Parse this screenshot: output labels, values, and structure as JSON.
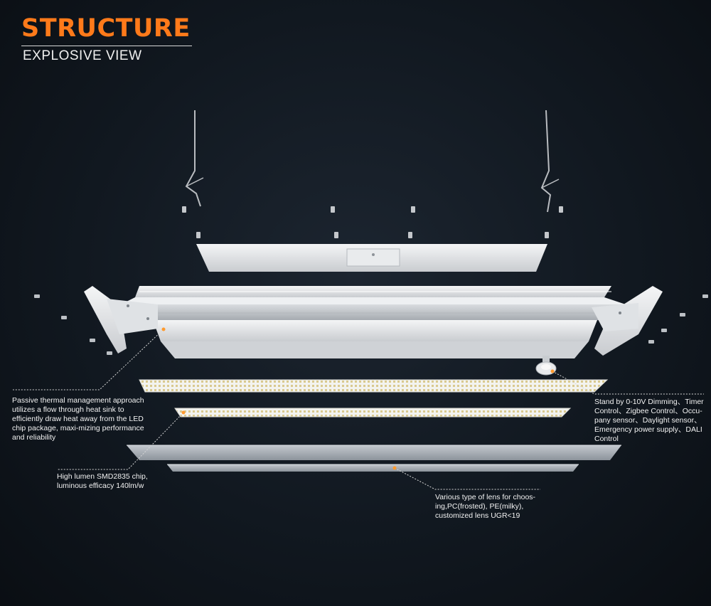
{
  "header": {
    "title": "STRUCTURE",
    "subtitle": "EXPLOSIVE VIEW"
  },
  "annotations": {
    "thermal": "Passive thermal management approach utilizes a flow through heat sink to efficiently draw heat away from the LED chip package, maxi-mizing performance and reliability",
    "chip": "High lumen SMD2835 chip, luminous efficacy 140lm/w",
    "controls": "Stand by 0-10V Dimming、Timer Control、Zigbee Control、Occu-pany sensor、Daylight sensor、Emergency power supply、DALI Control",
    "lens": "Various type of lens for choos-ing,PC(frosted), PE(milky), customized lens UGR<19"
  },
  "colors": {
    "accent": "#ff7a1a",
    "background": "#111820",
    "metal": "#e4e6e8",
    "lens": "#a9b0b8"
  }
}
